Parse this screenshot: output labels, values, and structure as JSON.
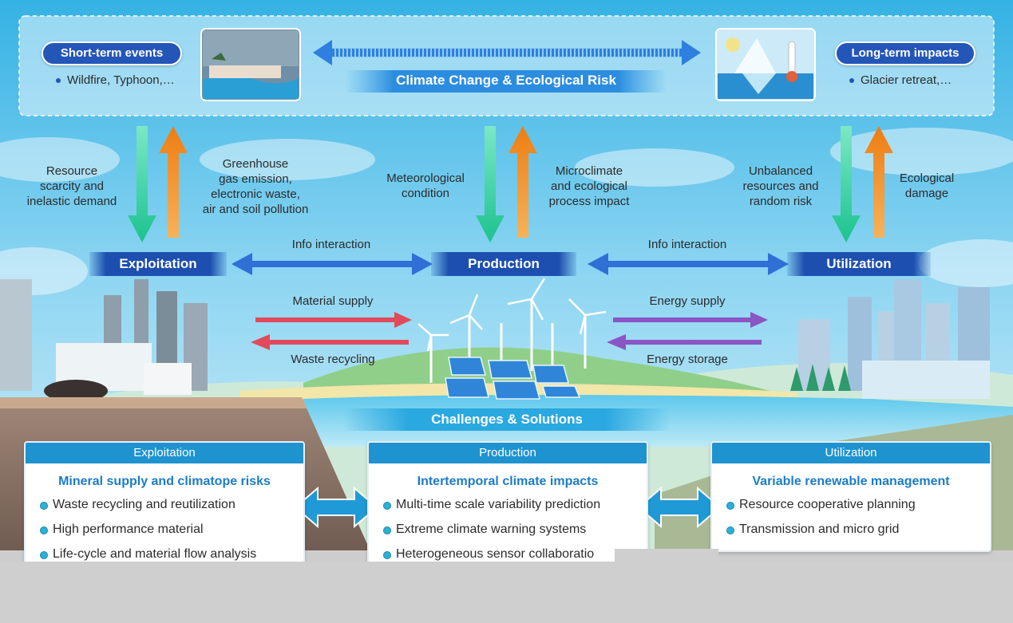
{
  "top": {
    "short_term": {
      "label": "Short-term events",
      "examples": "Wildfire, Typhoon,…"
    },
    "long_term": {
      "label": "Long-term impacts",
      "examples": "Glacier retreat,…"
    },
    "center_title": "Climate Change & Ecological Risk"
  },
  "links": {
    "exploitation_down": "Resource\nscarcity and\ninelastic demand",
    "exploitation_up": "Greenhouse\ngas emission,\nelectronic waste,\nair and soil pollution",
    "production_down": "Meteorological\ncondition",
    "production_up": "Microclimate\nand ecological\nprocess impact",
    "utilization_down": "Unbalanced\nresources and\nrandom risk",
    "utilization_up": "Ecological\ndamage"
  },
  "stages": {
    "exploitation": "Exploitation",
    "production": "Production",
    "utilization": "Utilization",
    "info_left": "Info interaction",
    "info_right": "Info interaction"
  },
  "flows": {
    "material_supply": "Material supply",
    "waste_recycling": "Waste recycling",
    "energy_supply": "Energy supply",
    "energy_storage": "Energy storage"
  },
  "challenges_title": "Challenges & Solutions",
  "cards": [
    {
      "header": "Exploitation",
      "subtitle": "Mineral supply and climatope risks",
      "items": [
        "Waste recycling and reutilization",
        "High performance material",
        "Life-cycle and material flow analysis"
      ]
    },
    {
      "header": "Production",
      "subtitle": "Intertemporal climate impacts",
      "items": [
        "Multi-time scale variability prediction",
        "Extreme climate warning systems",
        "Heterogeneous sensor collaboratio"
      ]
    },
    {
      "header": "Utilization",
      "subtitle": "Variable renewable management",
      "items": [
        "Resource cooperative planning",
        "Transmission and micro grid"
      ]
    }
  ],
  "colors": {
    "sky_top": "#39b6e6",
    "sky_bottom": "#d8f1fb",
    "stage_blue": "#1d4fb0",
    "down_arrow": "#2fd3a4",
    "up_arrow": "#f28a1e",
    "material_arrow": "#e04a5c",
    "energy_arrow": "#8a55c4",
    "card_header": "#1e93d0"
  }
}
